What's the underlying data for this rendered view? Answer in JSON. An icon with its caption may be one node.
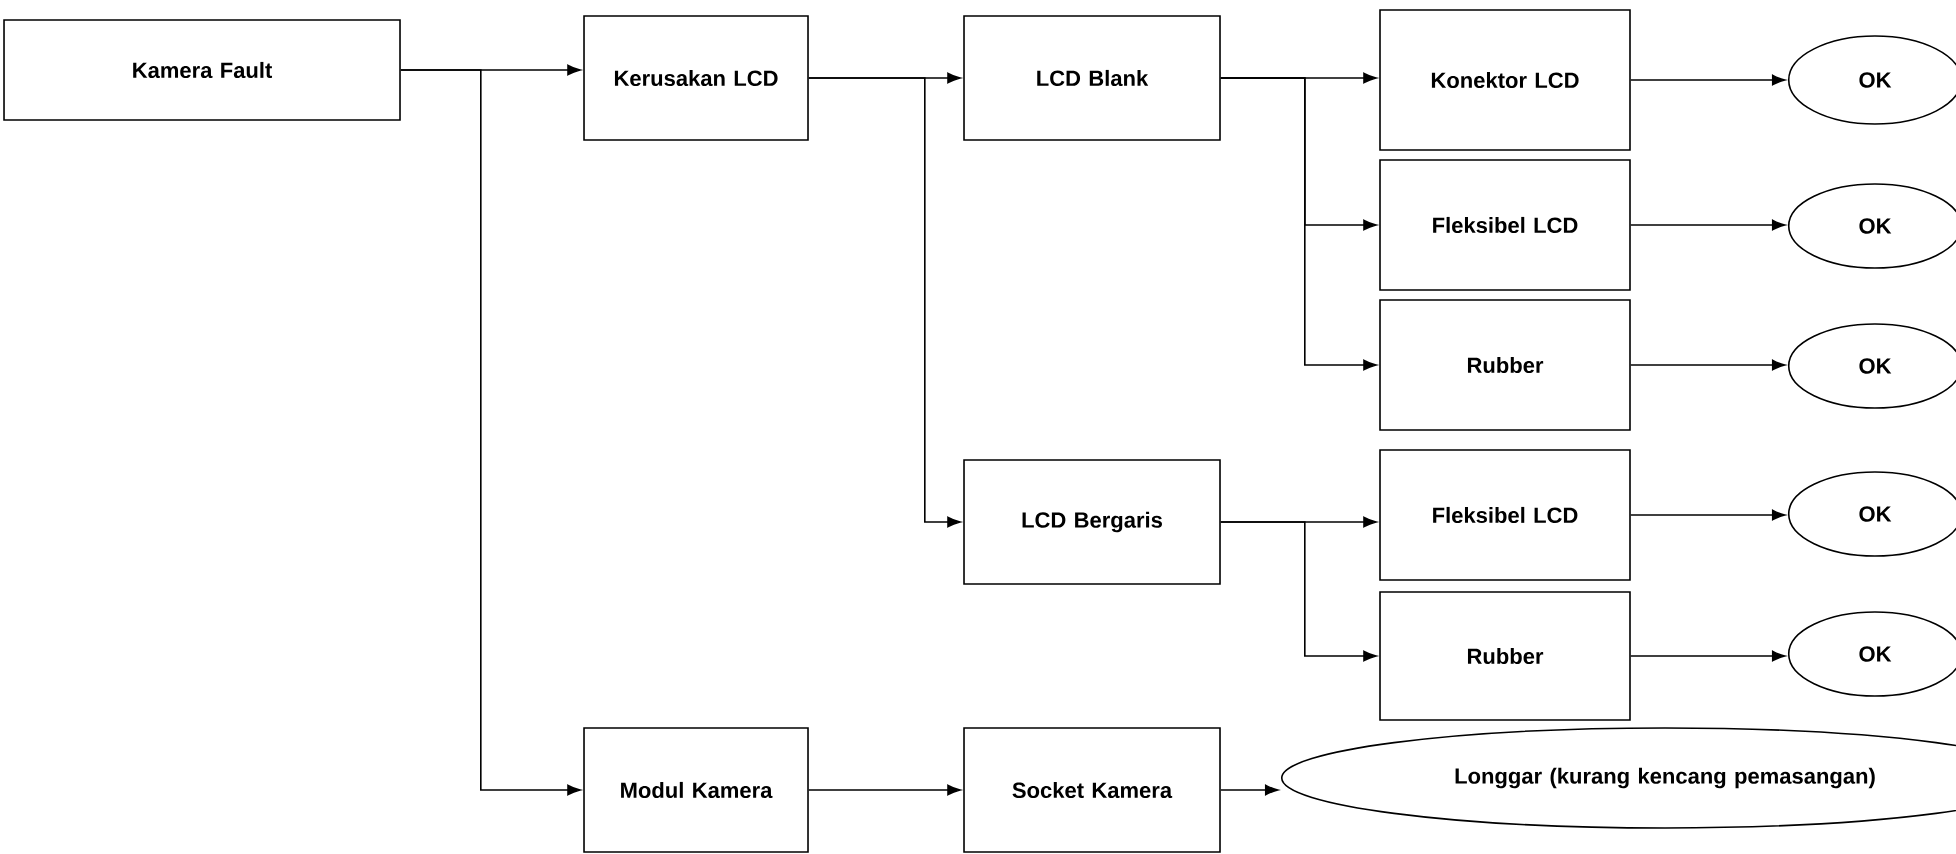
{
  "diagram": {
    "nodes": [
      {
        "text": [
          "Kamera Fault"
        ]
      },
      {
        "text": [
          "Kerusakan LCD"
        ]
      },
      {
        "text": [
          "LCD Blank"
        ]
      },
      {
        "text": [
          "Konektor LCD"
        ]
      },
      {
        "text": [
          "OK"
        ]
      },
      {
        "text": [
          "Fleksibel LCD"
        ]
      },
      {
        "text": [
          "OK"
        ]
      },
      {
        "text": [
          "Rubber"
        ]
      },
      {
        "text": [
          "OK"
        ]
      },
      {
        "text": [
          "LCD Bergaris"
        ]
      },
      {
        "text": [
          "Fleksibel LCD"
        ]
      },
      {
        "text": [
          "OK"
        ]
      },
      {
        "text": [
          "Rubber"
        ]
      },
      {
        "text": [
          "OK"
        ]
      },
      {
        "text": [
          "Modul Kamera"
        ]
      },
      {
        "text": [
          "Socket Kamera"
        ]
      },
      {
        "text": [
          "Longgar (kurang kencang pemasangan)"
        ]
      }
    ],
    "edges": [
      {
        "from": 0,
        "to": 1,
        "arrow": "to"
      },
      {
        "from": 0,
        "to": 14,
        "arrow": "to"
      },
      {
        "from": 1,
        "to": 2,
        "arrow": "to"
      },
      {
        "from": 1,
        "to": 9,
        "arrow": "to"
      },
      {
        "from": 2,
        "to": 3,
        "arrow": "to"
      },
      {
        "from": 2,
        "to": 5,
        "arrow": "to"
      },
      {
        "from": 2,
        "to": 7,
        "arrow": "to"
      },
      {
        "from": 3,
        "to": 4,
        "arrow": "to"
      },
      {
        "from": 5,
        "to": 6,
        "arrow": "to"
      },
      {
        "from": 7,
        "to": 8,
        "arrow": "to"
      },
      {
        "from": 9,
        "to": 10,
        "arrow": "to"
      },
      {
        "from": 9,
        "to": 12,
        "arrow": "to"
      },
      {
        "from": 10,
        "to": 11,
        "arrow": "to"
      },
      {
        "from": 12,
        "to": 13,
        "arrow": "to"
      },
      {
        "from": 14,
        "to": 15,
        "arrow": "to"
      },
      {
        "from": 15,
        "to": 16,
        "arrow": "to"
      }
    ]
  }
}
